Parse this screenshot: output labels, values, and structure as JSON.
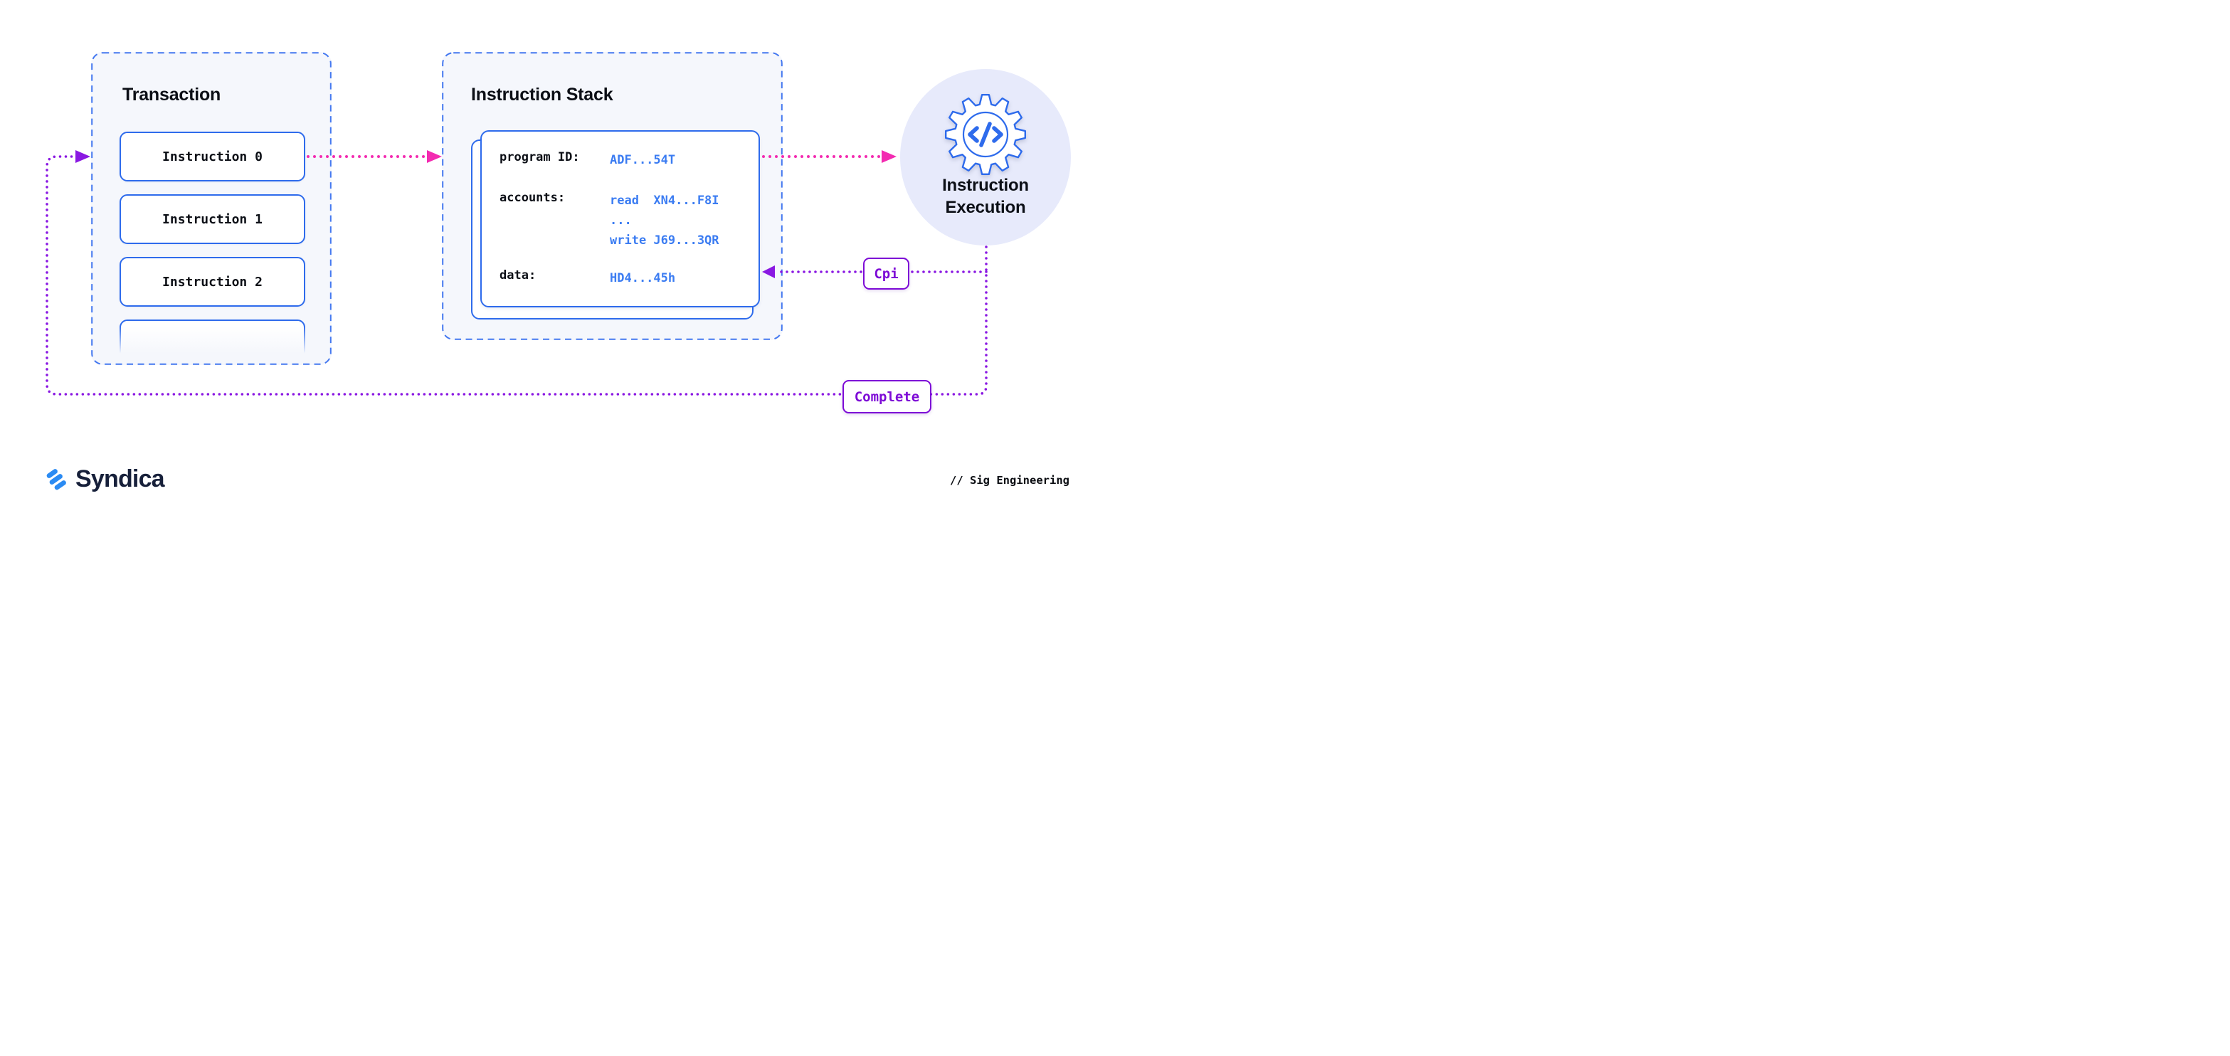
{
  "diagram": {
    "transaction": {
      "title": "Transaction",
      "instructions": [
        "Instruction 0",
        "Instruction 1",
        "Instruction 2"
      ]
    },
    "instruction_stack": {
      "title": "Instruction Stack",
      "card": {
        "program_id_label": "program ID:",
        "program_id_value": "ADF...54T",
        "accounts_label": "accounts:",
        "accounts_line_read": "read  XN4...F8I",
        "accounts_line_ellipsis": "...",
        "accounts_line_write": "write J69...3QR",
        "data_label": "data:",
        "data_value": "HD4...45h"
      }
    },
    "execution": {
      "label_line1": "Instruction",
      "label_line2": "Execution",
      "icon": "code-gear-icon"
    },
    "badges": {
      "cpi": "Cpi",
      "complete": "Complete"
    },
    "colors": {
      "blue": "#2e6bec",
      "dashed_blue": "#4478f0",
      "value_blue": "#3b7cf2",
      "pink": "#f32bb1",
      "purple_line": "#8a18e2",
      "purple_badge": "#7d0ad6",
      "panel_bg": "#f5f7fc",
      "circle_bg": "#e7eafb",
      "ink": "#0c0f16",
      "navy": "#17203a",
      "logo_blue": "#2b8bf3"
    }
  },
  "footer": {
    "brand": "Syndica",
    "credit": "// Sig Engineering"
  }
}
